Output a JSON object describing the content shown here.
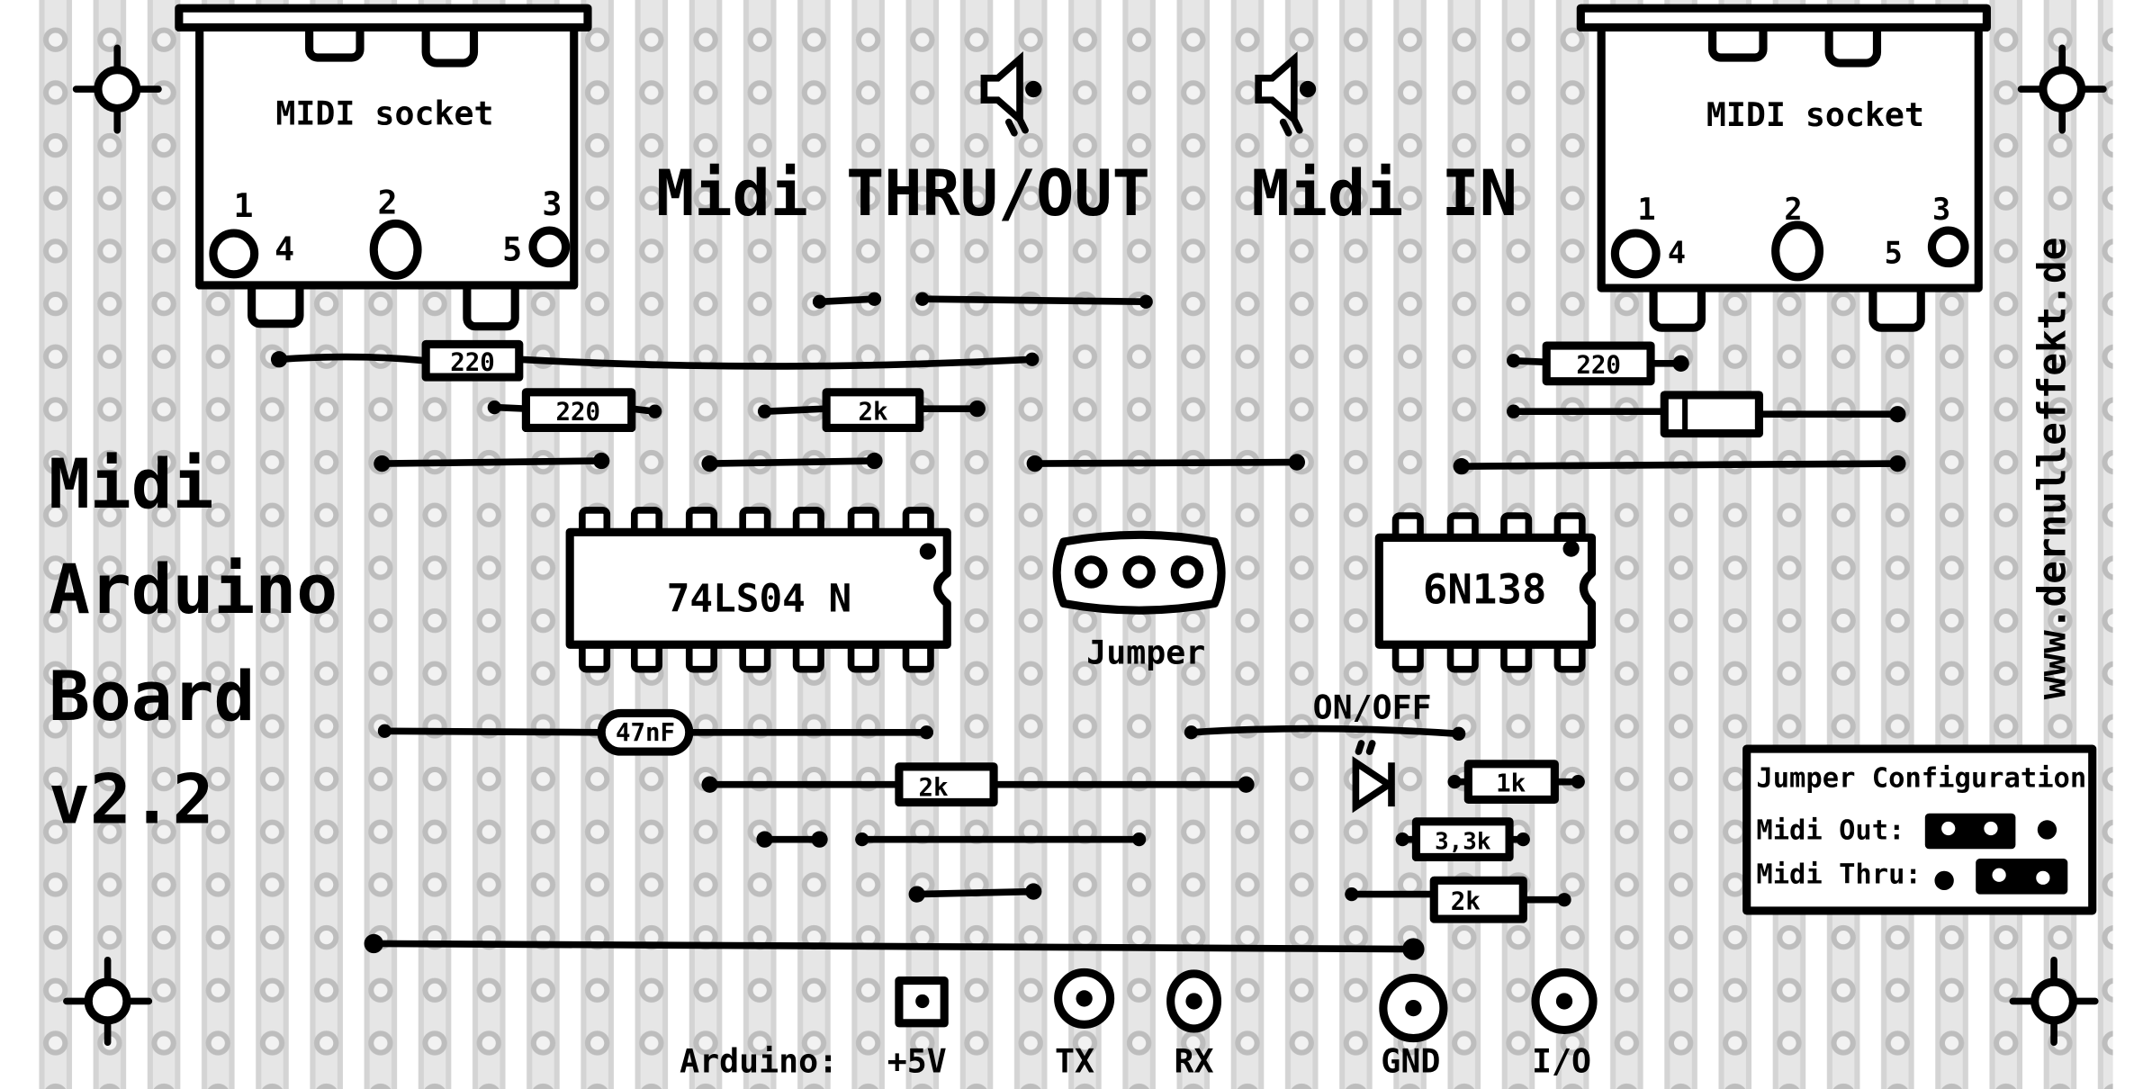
{
  "title": [
    "Midi",
    "Arduino",
    "Board",
    "v2.2"
  ],
  "website": "www.dernulleffekt.de",
  "sockets": [
    {
      "label": "MIDI socket",
      "pins": [
        "1",
        "2",
        "3",
        "4",
        "5"
      ]
    },
    {
      "label": "MIDI socket",
      "pins": [
        "1",
        "2",
        "3",
        "4",
        "5"
      ]
    }
  ],
  "headings": {
    "thru_out": "Midi THRU/OUT",
    "in": "Midi IN"
  },
  "chips": {
    "inverter": "74LS04 N",
    "optocoupler": "6N138"
  },
  "jumper_label": "Jumper",
  "switch_label": "ON/OFF",
  "components": {
    "r1": "220",
    "r2": "220",
    "r3": "2k",
    "r4": "220",
    "c1": "47nF",
    "r5": "2k",
    "r6": "1k",
    "r7": "3,3k",
    "r8": "2k"
  },
  "jumper_config": {
    "title": "Jumper Configuration",
    "midi_out": "Midi Out:",
    "midi_thru": "Midi Thru:"
  },
  "arduino": {
    "label": "Arduino:",
    "pins": [
      "+5V",
      "TX",
      "RX",
      "GND",
      "I/O"
    ]
  },
  "icons": [
    "speaker-icon",
    "speaker-icon",
    "mounting-hole-icon",
    "led-icon"
  ]
}
